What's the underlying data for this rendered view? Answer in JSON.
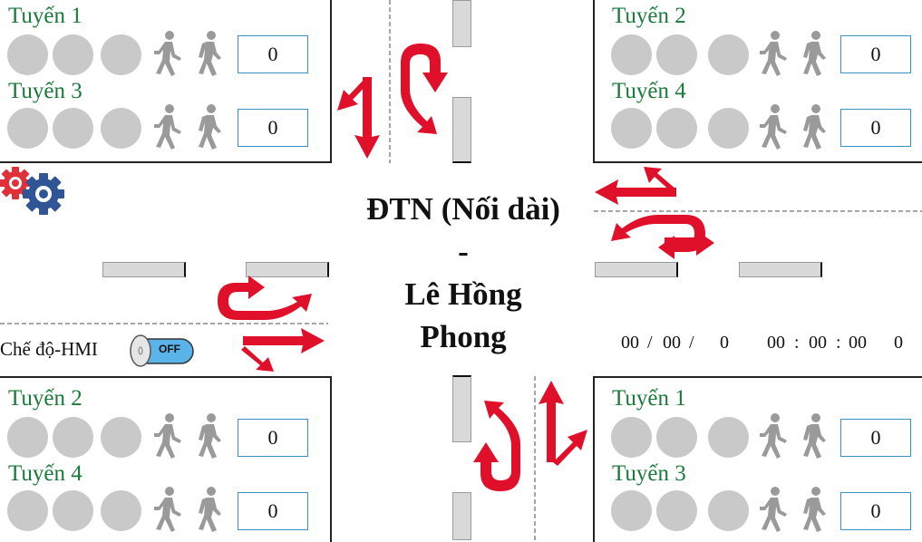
{
  "intersection": {
    "title_line1": "ĐTN (Nối dài)",
    "title_line2": "-",
    "title_line3": "Lê Hồng",
    "title_line4": "Phong"
  },
  "panels": {
    "top_left": {
      "rows": [
        {
          "label": "Tuyến 1",
          "count": "0"
        },
        {
          "label": "Tuyến 3",
          "count": "0"
        }
      ]
    },
    "top_right": {
      "rows": [
        {
          "label": "Tuyến 2",
          "count": "0"
        },
        {
          "label": "Tuyến 4",
          "count": "0"
        }
      ]
    },
    "bottom_left": {
      "rows": [
        {
          "label": "Tuyến 2",
          "count": "0"
        },
        {
          "label": "Tuyến 4",
          "count": "0"
        }
      ]
    },
    "bottom_right": {
      "rows": [
        {
          "label": "Tuyến 1",
          "count": "0"
        },
        {
          "label": "Tuyến 3",
          "count": "0"
        }
      ]
    }
  },
  "mode": {
    "label": "Chế độ-HMI",
    "toggle_state": "OFF"
  },
  "clock": {
    "day": "00",
    "sep1": "/",
    "month": "00",
    "sep2": "/",
    "year": "0",
    "hour": "00",
    "colon1": ":",
    "minute": "00",
    "colon2": ":",
    "second": "00",
    "extra": "0"
  },
  "icons": {
    "settings": "gears-icon",
    "lamp": "signal-lamp-icon",
    "pedestrian": "pedestrian-walking-icon",
    "arrow": "lane-direction-arrow-icon"
  },
  "colors": {
    "route_label": "#1a7a3a",
    "lamp_off": "#c9c9c9",
    "pedestrian": "#9a9a9a",
    "arrow": "#e0102a",
    "counter_border": "#3a8fc4",
    "toggle_fill": "#5ab4ea"
  }
}
